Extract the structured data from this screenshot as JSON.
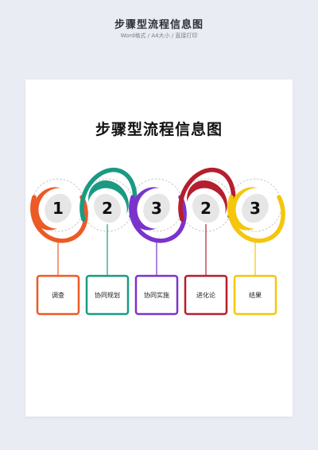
{
  "header": {
    "title": "步骤型流程信息图",
    "subtitle": "Word格式 / A4大小 / 直接打印"
  },
  "document": {
    "title": "步骤型流程信息图"
  },
  "steps": [
    {
      "number": "1",
      "label": "调查",
      "color": "#ec5a26"
    },
    {
      "number": "2",
      "label": "协同规划",
      "color": "#1a9a82"
    },
    {
      "number": "3",
      "label": "协同实施",
      "color": "#7a34cc"
    },
    {
      "number": "2",
      "label": "进化论",
      "color": "#b51e2e"
    },
    {
      "number": "3",
      "label": "结果",
      "color": "#f5c60c"
    }
  ]
}
